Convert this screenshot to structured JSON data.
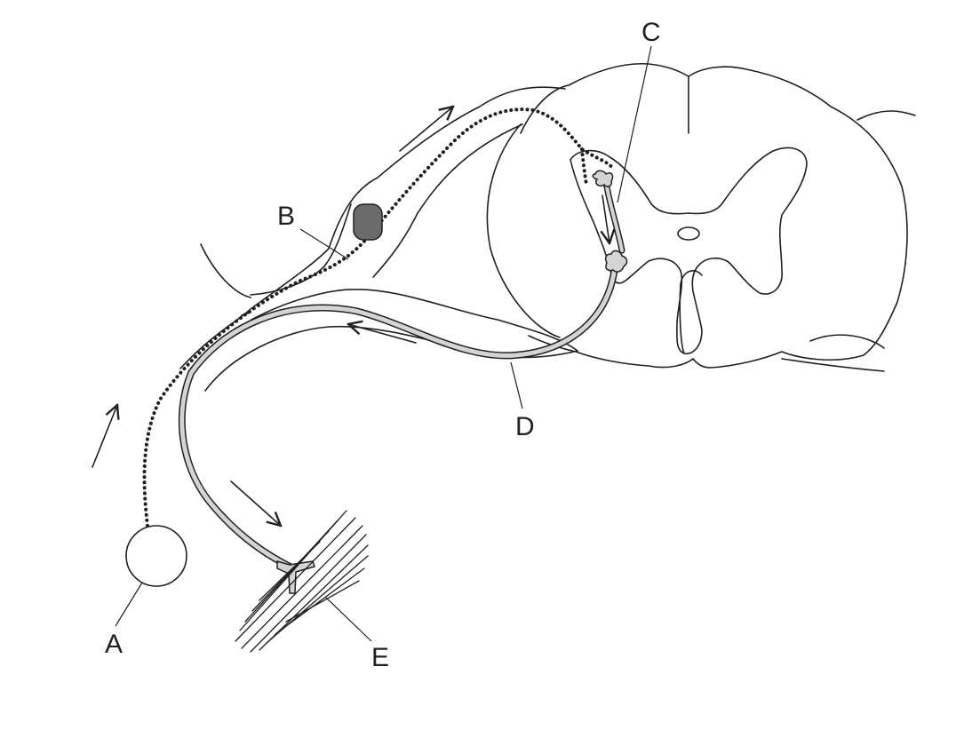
{
  "diagram": {
    "labels": {
      "A": "A",
      "B": "B",
      "C": "C",
      "D": "D",
      "E": "E"
    },
    "colors": {
      "line": "#231f20",
      "motor_fill": "#d4d4d4",
      "ganglion_cell": "#6b6b6b",
      "background": "#ffffff"
    }
  }
}
